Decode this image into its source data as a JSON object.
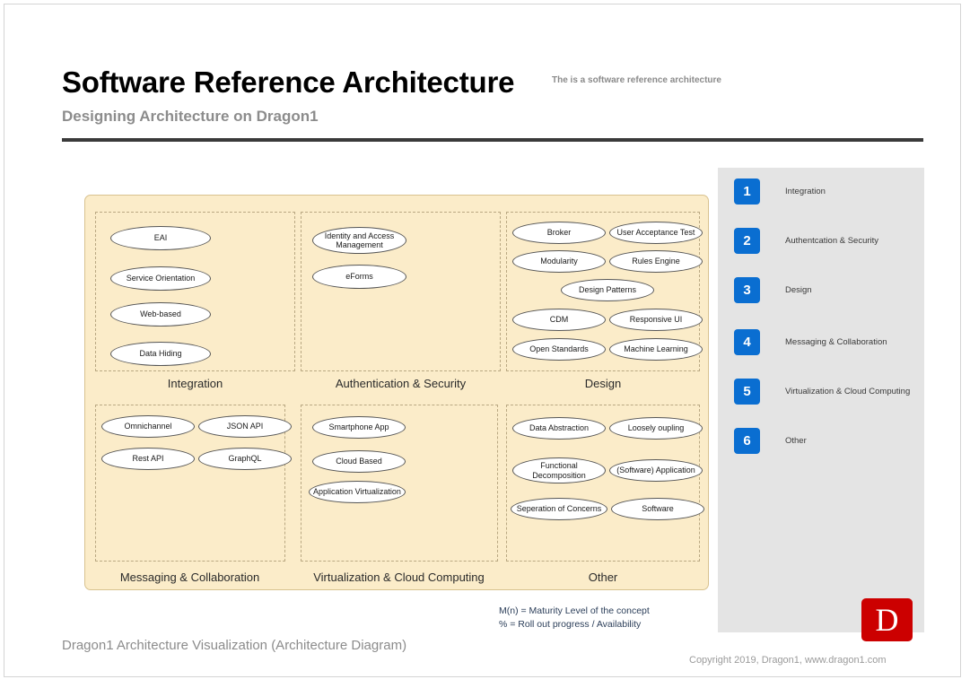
{
  "header": {
    "title": "Software Reference Architecture",
    "tagline": "The is a software reference architecture",
    "subtitle": "Designing Architecture on Dragon1"
  },
  "colors": {
    "container_fill": "#fbecc9",
    "container_border": "#d8c28f",
    "group_border": "#b9a882",
    "ellipse_fill": "#ffffff",
    "ellipse_border": "#555555",
    "legend_panel": "#e4e4e4",
    "badge_blue": "#0a6ed1",
    "logo_red": "#cc0000",
    "notes_text": "#2b3e59",
    "rule": "#3a3a3a"
  },
  "diagram": {
    "groups": [
      {
        "id": "integration",
        "label": "Integration",
        "concepts": [
          {
            "label": "EAI"
          },
          {
            "label": "Service Orientation"
          },
          {
            "label": "Web-based"
          },
          {
            "label": "Data Hiding"
          }
        ]
      },
      {
        "id": "authentication-security",
        "label": "Authentication & Security",
        "concepts": [
          {
            "label": "Identity and Access Management"
          },
          {
            "label": "eForms"
          }
        ]
      },
      {
        "id": "design",
        "label": "Design",
        "concepts": [
          {
            "label": "Broker"
          },
          {
            "label": "User Acceptance Test"
          },
          {
            "label": "Modularity"
          },
          {
            "label": "Rules Engine"
          },
          {
            "label": "Design Patterns"
          },
          {
            "label": "CDM"
          },
          {
            "label": "Responsive UI"
          },
          {
            "label": "Open Standards"
          },
          {
            "label": "Machine Learning"
          }
        ]
      },
      {
        "id": "messaging-collaboration",
        "label": "Messaging & Collaboration",
        "concepts": [
          {
            "label": "Omnichannel"
          },
          {
            "label": "JSON API"
          },
          {
            "label": "Rest API"
          },
          {
            "label": "GraphQL"
          }
        ]
      },
      {
        "id": "virtualization-cloud-computing",
        "label": "Virtualization & Cloud Computing",
        "concepts": [
          {
            "label": "Smartphone App"
          },
          {
            "label": "Cloud Based"
          },
          {
            "label": "Application Virtualization"
          }
        ]
      },
      {
        "id": "other",
        "label": "Other",
        "concepts": [
          {
            "label": "Data Abstraction"
          },
          {
            "label": "Loosely oupling"
          },
          {
            "label": "Functional Decomposition"
          },
          {
            "label": "(Software) Application"
          },
          {
            "label": "Seperation of Concerns"
          },
          {
            "label": "Software"
          }
        ]
      }
    ]
  },
  "legend": {
    "items": [
      {
        "number": "1",
        "label": "Integration"
      },
      {
        "number": "2",
        "label": "Authentcation & Security"
      },
      {
        "number": "3",
        "label": "Design"
      },
      {
        "number": "4",
        "label": "Messaging & Collaboration"
      },
      {
        "number": "5",
        "label": "Virtualization & Cloud Computing"
      },
      {
        "number": "6",
        "label": "Other"
      }
    ]
  },
  "notes": {
    "line1": "M(n) = Maturity Level of the concept",
    "line2": "% = Roll out progress / Availability"
  },
  "logo": {
    "letter": "D"
  },
  "footer": {
    "caption": "Dragon1 Architecture Visualization (Architecture Diagram)",
    "copyright": "Copyright 2019, Dragon1, www.dragon1.com"
  }
}
